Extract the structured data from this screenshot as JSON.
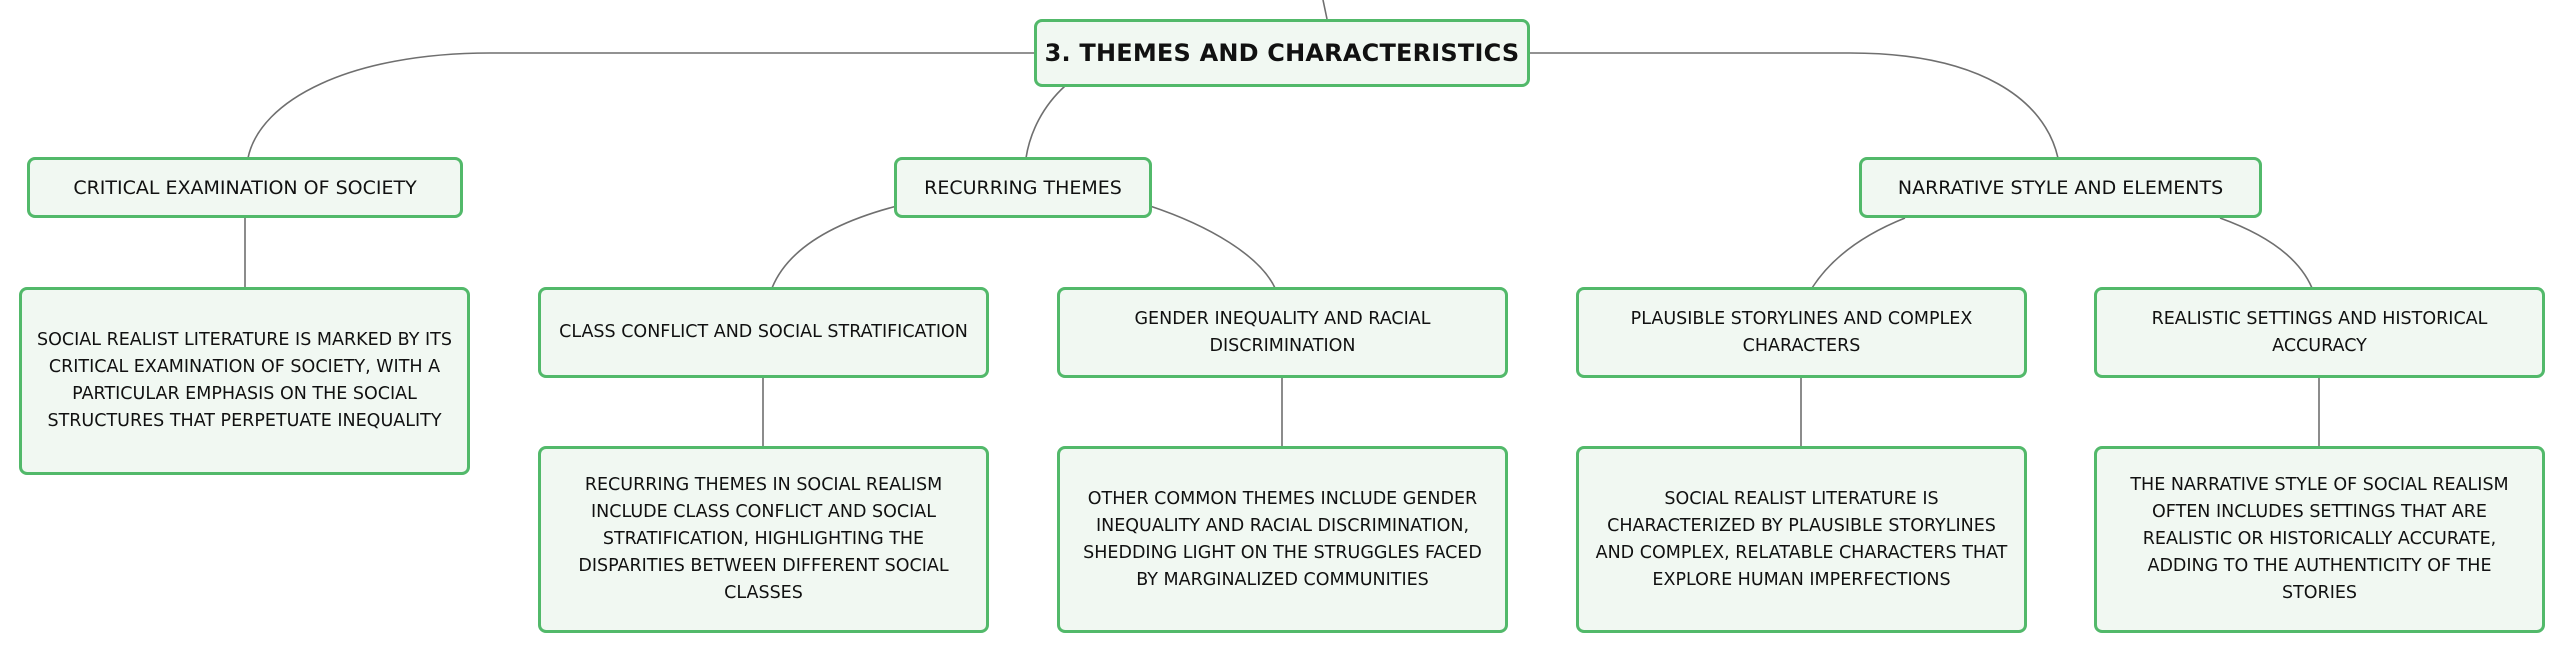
{
  "diagram": {
    "root": {
      "label": "3. THEMES AND CHARACTERISTICS"
    },
    "branches": [
      {
        "label": "CRITICAL EXAMINATION OF SOCIETY",
        "children": [
          {
            "label": "SOCIAL REALIST LITERATURE IS MARKED BY ITS CRITICAL EXAMINATION OF SOCIETY, WITH A PARTICULAR EMPHASIS ON THE SOCIAL STRUCTURES THAT PERPETUATE INEQUALITY"
          }
        ]
      },
      {
        "label": "RECURRING THEMES",
        "children": [
          {
            "label": "CLASS CONFLICT AND SOCIAL STRATIFICATION",
            "detail": "RECURRING THEMES IN SOCIAL REALISM INCLUDE CLASS CONFLICT AND SOCIAL STRATIFICATION, HIGHLIGHTING THE DISPARITIES BETWEEN DIFFERENT SOCIAL CLASSES"
          },
          {
            "label": "GENDER INEQUALITY AND RACIAL DISCRIMINATION",
            "detail": "OTHER COMMON THEMES INCLUDE GENDER INEQUALITY AND RACIAL DISCRIMINATION, SHEDDING LIGHT ON THE STRUGGLES FACED BY MARGINALIZED COMMUNITIES"
          }
        ]
      },
      {
        "label": "NARRATIVE STYLE AND ELEMENTS",
        "children": [
          {
            "label": "PLAUSIBLE STORYLINES AND COMPLEX CHARACTERS",
            "detail": "SOCIAL REALIST LITERATURE IS CHARACTERIZED BY PLAUSIBLE STORYLINES AND COMPLEX, RELATABLE CHARACTERS THAT EXPLORE HUMAN IMPERFECTIONS"
          },
          {
            "label": "REALISTIC SETTINGS AND HISTORICAL ACCURACY",
            "detail": "THE NARRATIVE STYLE OF SOCIAL REALISM OFTEN INCLUDES SETTINGS THAT ARE REALISTIC OR HISTORICALLY ACCURATE, ADDING TO THE AUTHENTICITY OF THE STORIES"
          }
        ]
      }
    ]
  },
  "colors": {
    "node_border": "#52b96a",
    "node_fill": "#f1f8f2",
    "connector": "#6f6f6f"
  }
}
